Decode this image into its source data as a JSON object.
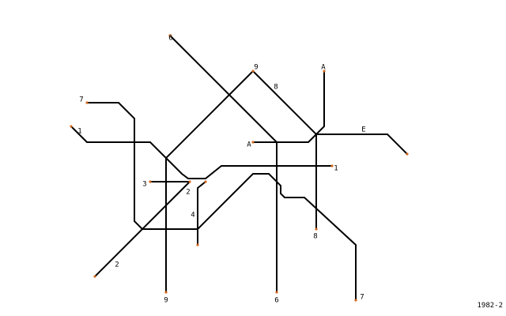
{
  "map": {
    "year": "1982-2",
    "line_color": "#000000",
    "terminus_color": "#d2691e",
    "label_color": "#000000",
    "lines": [
      {
        "id": "1"
      },
      {
        "id": "2"
      },
      {
        "id": "3"
      },
      {
        "id": "4"
      },
      {
        "id": "6"
      },
      {
        "id": "7"
      },
      {
        "id": "8"
      },
      {
        "id": "9"
      },
      {
        "id": "A"
      },
      {
        "id": "E"
      }
    ]
  }
}
